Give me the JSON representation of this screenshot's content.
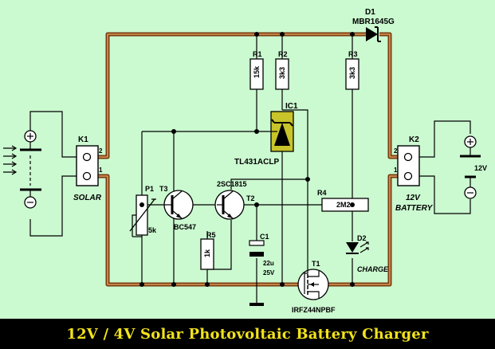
{
  "title": "12V / 4V Solar Photovoltaic Battery Charger",
  "colors": {
    "background": "#cbf9d0",
    "rail": "#7a3b0f",
    "title_bg": "#000000",
    "title_text": "#f2e21c"
  },
  "components": {
    "d1": {
      "ref": "D1",
      "part": "MBR1645G"
    },
    "r1": {
      "ref": "R1",
      "value": "15k"
    },
    "r2": {
      "ref": "R2",
      "value": "3k3"
    },
    "r3": {
      "ref": "R3",
      "value": "3k3"
    },
    "ic1": {
      "ref": "IC1",
      "part": "TL431ACLP"
    },
    "k1": {
      "ref": "K1",
      "label": "SOLAR",
      "pin1": "1",
      "pin2": "2"
    },
    "k2": {
      "ref": "K2",
      "label": "12V",
      "label2": "BATTERY",
      "pin1": "1",
      "pin2": "2"
    },
    "p1": {
      "ref": "P1",
      "value": "5k"
    },
    "t3": {
      "ref": "T3",
      "part": "BC547"
    },
    "t2": {
      "ref": "T2",
      "part": "2SC1815"
    },
    "r4": {
      "ref": "R4",
      "value": "2M2"
    },
    "r5": {
      "ref": "R5",
      "value": "1k"
    },
    "c1": {
      "ref": "C1",
      "value1": "22u",
      "value2": "25V"
    },
    "d2": {
      "ref": "D2",
      "label": "CHARGE"
    },
    "t1": {
      "ref": "T1",
      "part": "IRFZ44NPBF"
    },
    "battery": {
      "voltage": "12V"
    }
  }
}
